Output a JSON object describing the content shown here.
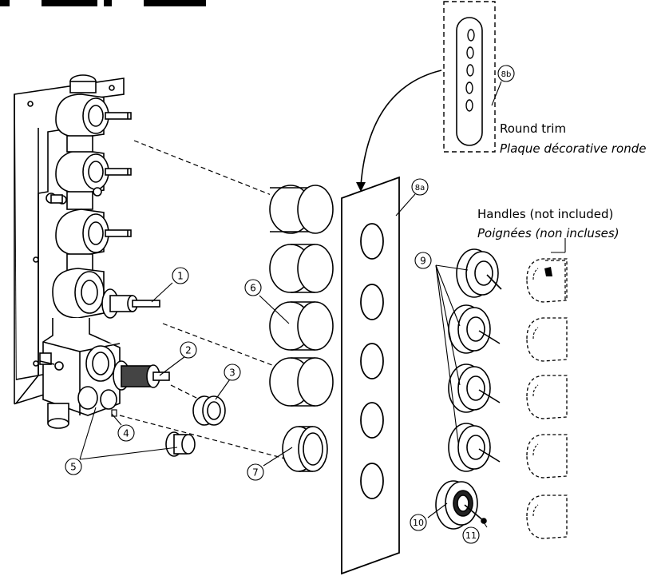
{
  "title_fragment": "...p...",
  "round_trim": {
    "en": "Round trim",
    "fr": "Plaque décorative ronde",
    "callout": "8b"
  },
  "trim_plate_callout": "8a",
  "handles": {
    "en": "Handles (not included)",
    "fr": "Poignées (non incluses)"
  },
  "callouts": {
    "c1": "1",
    "c2": "2",
    "c3": "3",
    "c4": "4",
    "c5": "5",
    "c6": "6",
    "c7": "7",
    "c9": "9",
    "c10": "10",
    "c11": "11"
  }
}
